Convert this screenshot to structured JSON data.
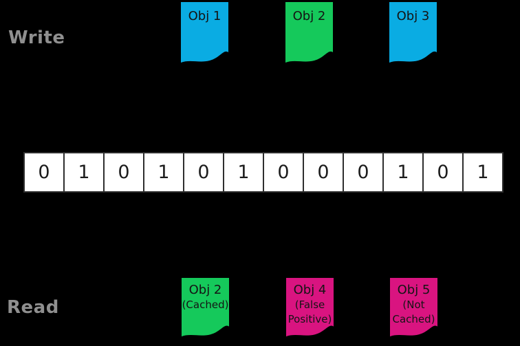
{
  "labels": {
    "write": "Write",
    "read": "Read"
  },
  "colors": {
    "background": "#000000",
    "label_gray": "#8F8F8F",
    "cyan": "#0AACE3",
    "green": "#15C95B",
    "magenta": "#D91480",
    "bit_cell_bg": "#FFFFFF",
    "bit_cell_border": "#2E2E2E",
    "tag_text": "#141414"
  },
  "write_tags": [
    {
      "label": "Obj 1",
      "color": "#0AACE3"
    },
    {
      "label": "Obj 2",
      "color": "#15C95B"
    },
    {
      "label": "Obj 3",
      "color": "#0AACE3"
    }
  ],
  "bit_array": {
    "bits": [
      "0",
      "1",
      "0",
      "1",
      "0",
      "1",
      "0",
      "0",
      "0",
      "1",
      "0",
      "1"
    ]
  },
  "read_tags": [
    {
      "lines": [
        "Obj 2",
        "(Cached)"
      ],
      "color": "#15C95B"
    },
    {
      "lines": [
        "Obj 4",
        "(False",
        "Positive)"
      ],
      "color": "#D91480"
    },
    {
      "lines": [
        "Obj 5",
        "(Not",
        "Cached)"
      ],
      "color": "#D91480"
    }
  ]
}
